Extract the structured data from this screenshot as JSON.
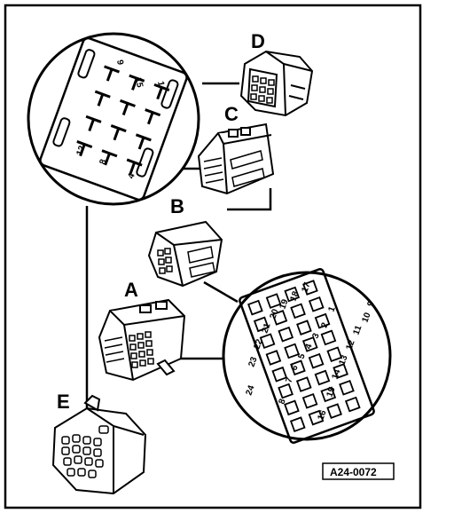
{
  "figure": {
    "reference": "A24-0072",
    "connectors": [
      "A",
      "B",
      "C",
      "D",
      "E"
    ]
  },
  "detail_top": {
    "numbers": [
      "9",
      "15",
      "1",
      "12",
      "8",
      "4"
    ]
  },
  "detail_bottom": {
    "numbers": [
      "17",
      "18",
      "19",
      "20",
      "21",
      "22",
      "23",
      "24",
      "1",
      "2",
      "3",
      "4",
      "5",
      "6",
      "7",
      "8",
      "9",
      "10",
      "11",
      "12",
      "13",
      "14",
      "15",
      "16"
    ]
  }
}
